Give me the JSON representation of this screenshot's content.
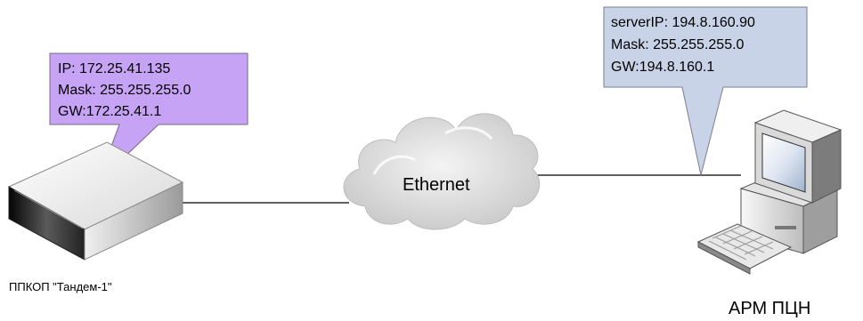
{
  "diagram": {
    "device_left": {
      "label": "ППКОП \"Тандем-1\"",
      "callout": {
        "lines": [
          "IP: 172.25.41.135",
          "Mask: 255.255.255.0",
          "GW:172.25.41.1"
        ],
        "fill": "#c7a3f5",
        "border": "#7a6a86"
      }
    },
    "network": {
      "label": "Ethernet"
    },
    "device_right": {
      "label": "АРМ ПЦН",
      "callout": {
        "lines": [
          "serverIP: 194.8.160.90",
          "Mask: 255.255.255.0",
          "GW:194.8.160.1"
        ],
        "fill": "#c8d3e8",
        "border": "#7a7f8c"
      }
    },
    "icons": {
      "left_device": "router-box-icon",
      "network": "cloud-icon",
      "right_device": "desktop-computer-icon"
    },
    "line_color": "#000000"
  }
}
